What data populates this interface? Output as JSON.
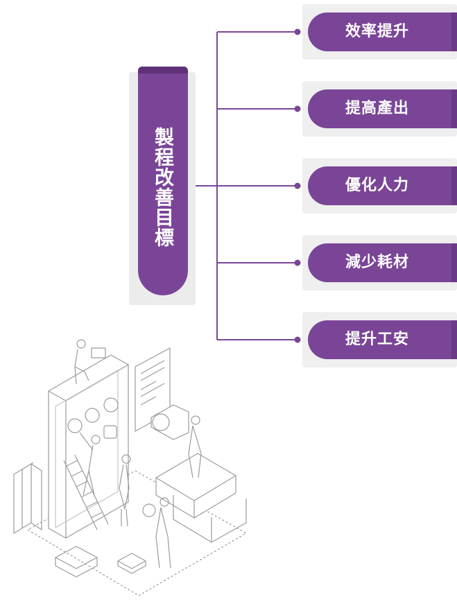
{
  "center_label": "製程改善目標",
  "goals": [
    {
      "label": "效率提升"
    },
    {
      "label": "提高產出"
    },
    {
      "label": "優化人力"
    },
    {
      "label": "減少耗材"
    },
    {
      "label": "提升工安"
    }
  ],
  "colors": {
    "accent": "#7a4597",
    "accent_dark": "#5f3278",
    "line": "#7a4597",
    "box_bg": "#efefef",
    "illustration_line": "#9a9a9a"
  },
  "illustration": {
    "subject": "isometric team-work illustration with phone, ladder, megaphone, books and people",
    "icons": [
      "phone-icon",
      "megaphone-icon",
      "document-icon",
      "gear-icon",
      "laptop-icon"
    ]
  }
}
